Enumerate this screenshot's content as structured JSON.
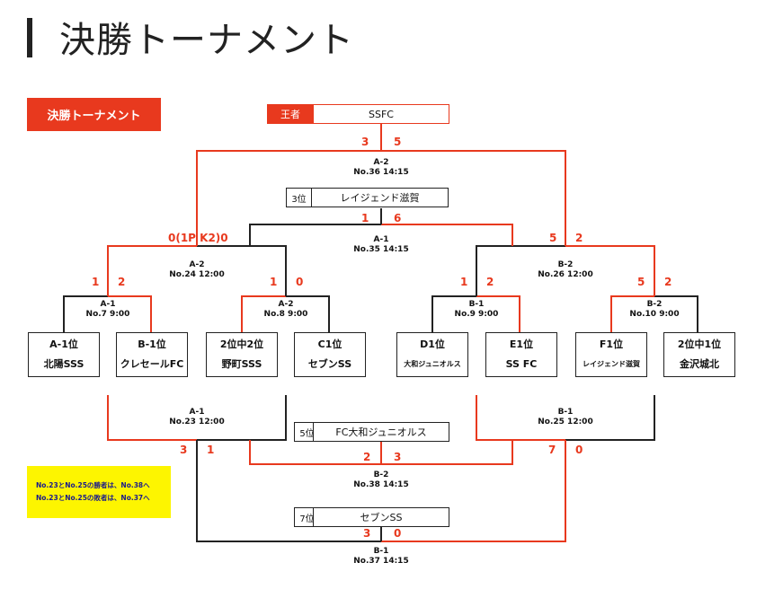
{
  "page": {
    "title": "決勝トーナメント",
    "label": "決勝トーナメント"
  },
  "champion": {
    "tag": "王者",
    "name": "SSFC"
  },
  "third": {
    "tag": "3位",
    "name": "レイジェンド滋賀"
  },
  "fifth": {
    "tag": "5位",
    "name": "FC大和ジュニオルス"
  },
  "seventh": {
    "tag": "7位",
    "name": "セブンSS"
  },
  "teams": [
    {
      "seed": "A-1位",
      "name": "北陽SSS"
    },
    {
      "seed": "B-1位",
      "name": "クレセールFC"
    },
    {
      "seed": "2位中2位",
      "name": "野町SSS"
    },
    {
      "seed": "C1位",
      "name": "セブンSS"
    },
    {
      "seed": "D1位",
      "name": "大和ジュニオルス"
    },
    {
      "seed": "E1位",
      "name": "SS FC"
    },
    {
      "seed": "F1位",
      "name": "レイジェンド滋賀"
    },
    {
      "seed": "2位中1位",
      "name": "金沢城北"
    }
  ],
  "matches": {
    "m7": {
      "court": "A-1",
      "info": "No.7 9:00"
    },
    "m8": {
      "court": "A-2",
      "info": "No.8 9:00"
    },
    "m9": {
      "court": "B-1",
      "info": "No.9 9:00"
    },
    "m10": {
      "court": "B-2",
      "info": "No.10 9:00"
    },
    "m24": {
      "court": "A-2",
      "info": "No.24 12:00"
    },
    "m26": {
      "court": "B-2",
      "info": "No.26 12:00"
    },
    "m35": {
      "court": "A-1",
      "info": "No.35 14:15"
    },
    "m36": {
      "court": "A-2",
      "info": "No.36 14:15"
    },
    "m23": {
      "court": "A-1",
      "info": "No.23 12:00"
    },
    "m25": {
      "court": "B-1",
      "info": "No.25 12:00"
    },
    "m38": {
      "court": "B-2",
      "info": "No.38 14:15"
    },
    "m37": {
      "court": "B-1",
      "info": "No.37 14:15"
    }
  },
  "scores": {
    "final_l": "3",
    "final_r": "5",
    "third_l": "1",
    "third_r": "6",
    "sf_l_l": "0(1P  K2)0",
    "sf_l_r": "",
    "sf_r_l": "5",
    "sf_r_r": "2",
    "m7_l": "1",
    "m7_r": "2",
    "m8_l": "1",
    "m8_r": "0",
    "m9_l": "1",
    "m9_r": "2",
    "m10_l": "5",
    "m10_r": "2",
    "m23_l": "3",
    "m23_r": "1",
    "m25_l": "7",
    "m25_r": "0",
    "m38_l": "2",
    "m38_r": "3",
    "m37_l": "3",
    "m37_r": "0"
  },
  "note": {
    "line1": "No.23とNo.25の勝者は、No.38へ",
    "line2": "No.23とNo.25の敗者は、No.37へ"
  },
  "colors": {
    "accent": "#e8391e",
    "line": "#222222",
    "note_bg": "#fdf500"
  }
}
